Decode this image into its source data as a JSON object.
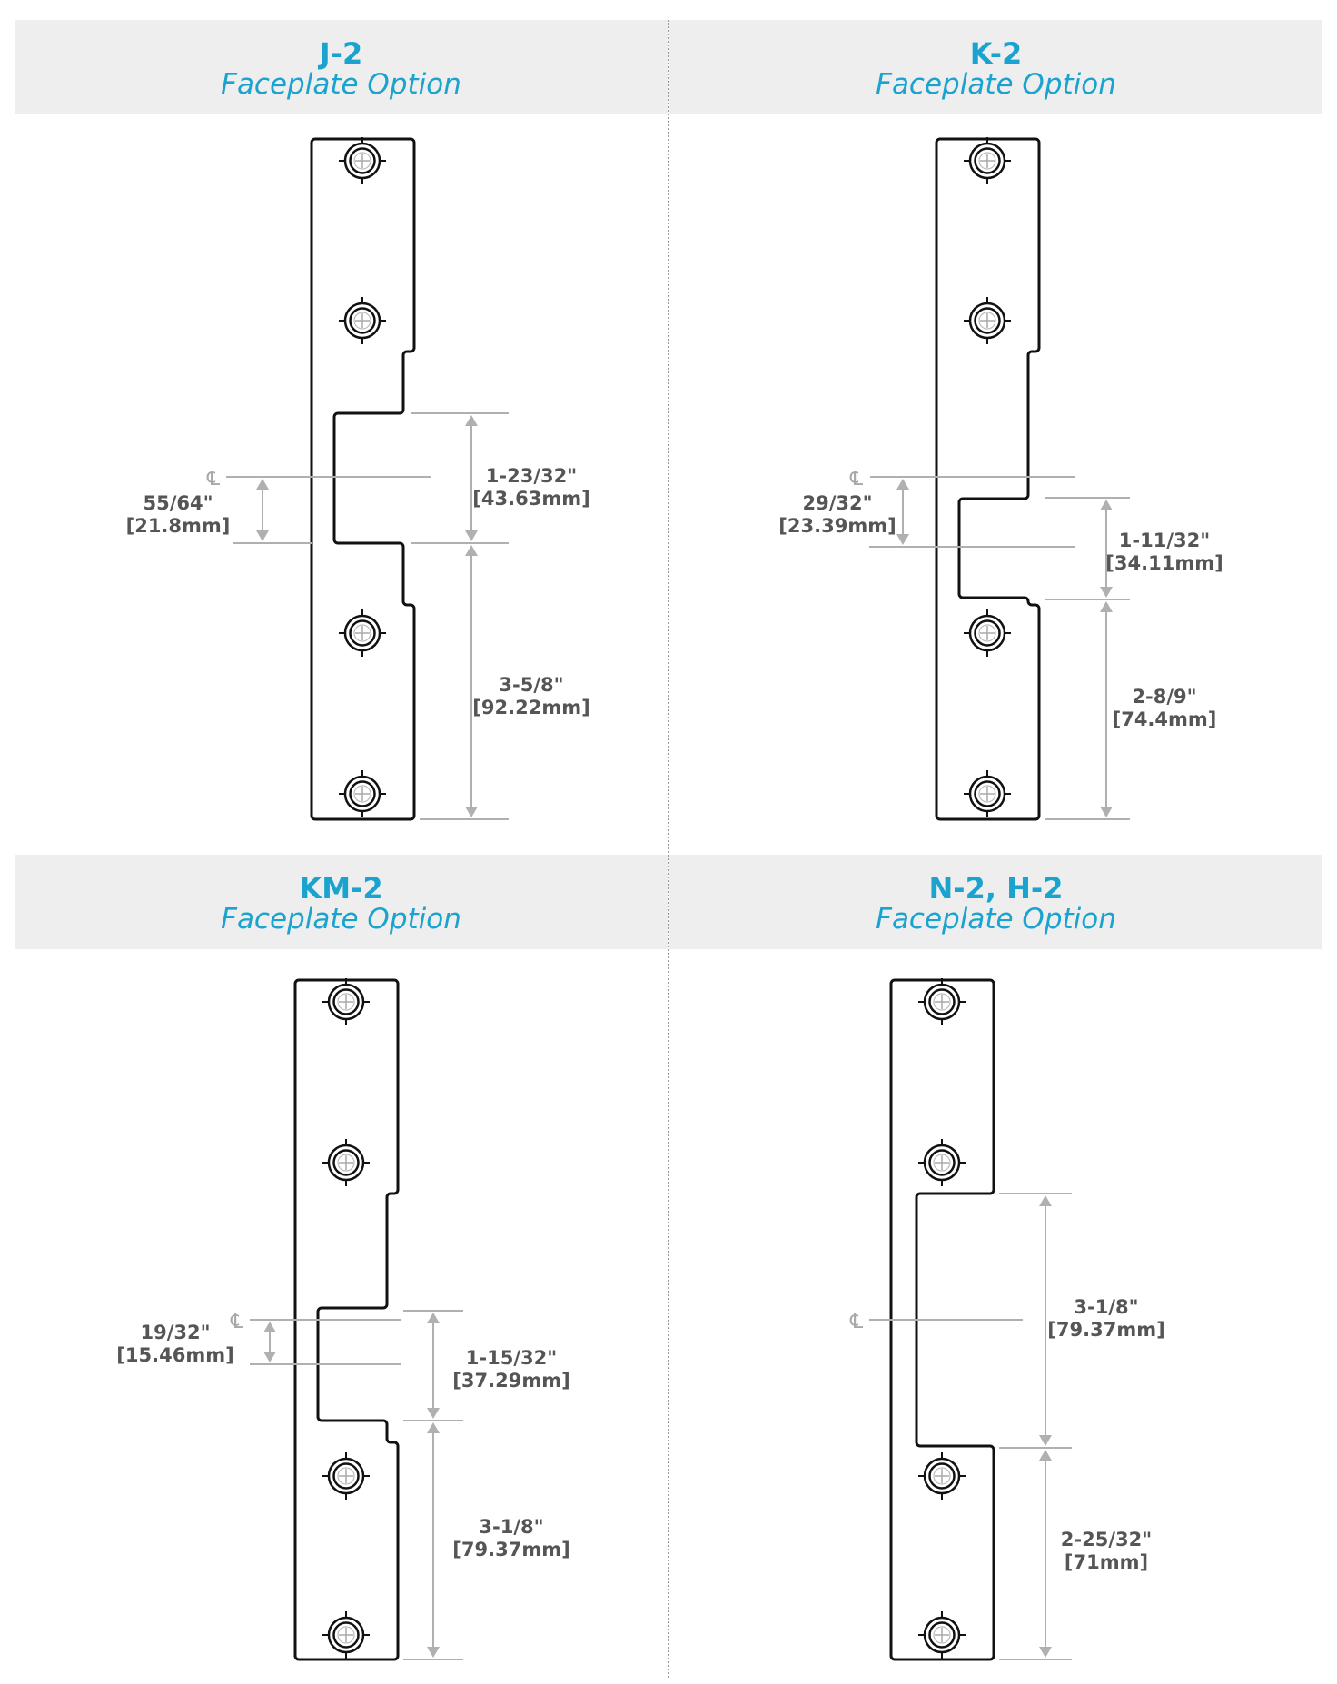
{
  "colors": {
    "accent": "#1aa3cf",
    "band": "#eeeeee",
    "dim_line": "#b0b0b0",
    "dim_text": "#555555",
    "outline": "#111111"
  },
  "top_fragment_text": "...",
  "panels": [
    {
      "title": "J-2",
      "subtitle": "Faceplate Option",
      "cl_symbol": "℄",
      "dims": [
        {
          "inch": "55/64\"",
          "mm": "[21.8mm]"
        },
        {
          "inch": "1-23/32\"",
          "mm": "[43.63mm]"
        },
        {
          "inch": "3-5/8\"",
          "mm": "[92.22mm]"
        }
      ]
    },
    {
      "title": "K-2",
      "subtitle": "Faceplate Option",
      "cl_symbol": "℄",
      "dims": [
        {
          "inch": "29/32\"",
          "mm": "[23.39mm]"
        },
        {
          "inch": "1-11/32\"",
          "mm": "[34.11mm]"
        },
        {
          "inch": "2-8/9\"",
          "mm": "[74.4mm]"
        }
      ]
    },
    {
      "title": "KM-2",
      "subtitle": "Faceplate Option",
      "cl_symbol": "℄",
      "dims": [
        {
          "inch": "19/32\"",
          "mm": "[15.46mm]"
        },
        {
          "inch": "1-15/32\"",
          "mm": "[37.29mm]"
        },
        {
          "inch": "3-1/8\"",
          "mm": "[79.37mm]"
        }
      ]
    },
    {
      "title": "N-2, H-2",
      "subtitle": "Faceplate Option",
      "cl_symbol": "℄",
      "dims": [
        {
          "inch": "3-1/8\"",
          "mm": "[79.37mm]"
        },
        {
          "inch": "2-25/32\"",
          "mm": "[71mm]"
        }
      ]
    }
  ]
}
